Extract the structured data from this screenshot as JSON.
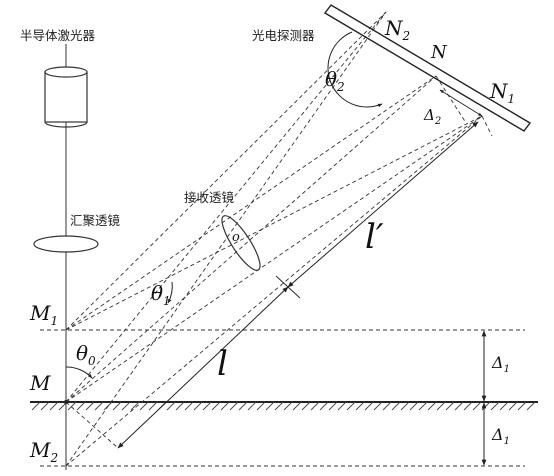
{
  "labels": {
    "laser": "半导体激光器",
    "focus_lens": "汇聚透镜",
    "receive_lens": "接收透镜",
    "detector": "光电探测器",
    "lens_center": "o"
  },
  "symbols": {
    "N2": {
      "main": "N",
      "sub": "2"
    },
    "N": {
      "main": "N"
    },
    "N1": {
      "main": "N",
      "sub": "1"
    },
    "theta2": {
      "main": "θ",
      "sub": "2"
    },
    "theta1": {
      "main": "θ",
      "sub": "1"
    },
    "theta0": {
      "main": "θ",
      "sub": "0"
    },
    "delta2": {
      "main": "Δ",
      "sub": "2"
    },
    "l_prime": {
      "main": "l′"
    },
    "l": {
      "main": "l"
    },
    "M1": {
      "main": "M",
      "sub": "1"
    },
    "M": {
      "main": "M"
    },
    "M2": {
      "main": "M",
      "sub": "2"
    },
    "delta1_upper": {
      "main": "Δ",
      "sub": "1"
    },
    "delta1_lower": {
      "main": "Δ",
      "sub": "1"
    }
  },
  "colors": {
    "line": "#333333",
    "text": "#111111",
    "background": "#ffffff"
  }
}
